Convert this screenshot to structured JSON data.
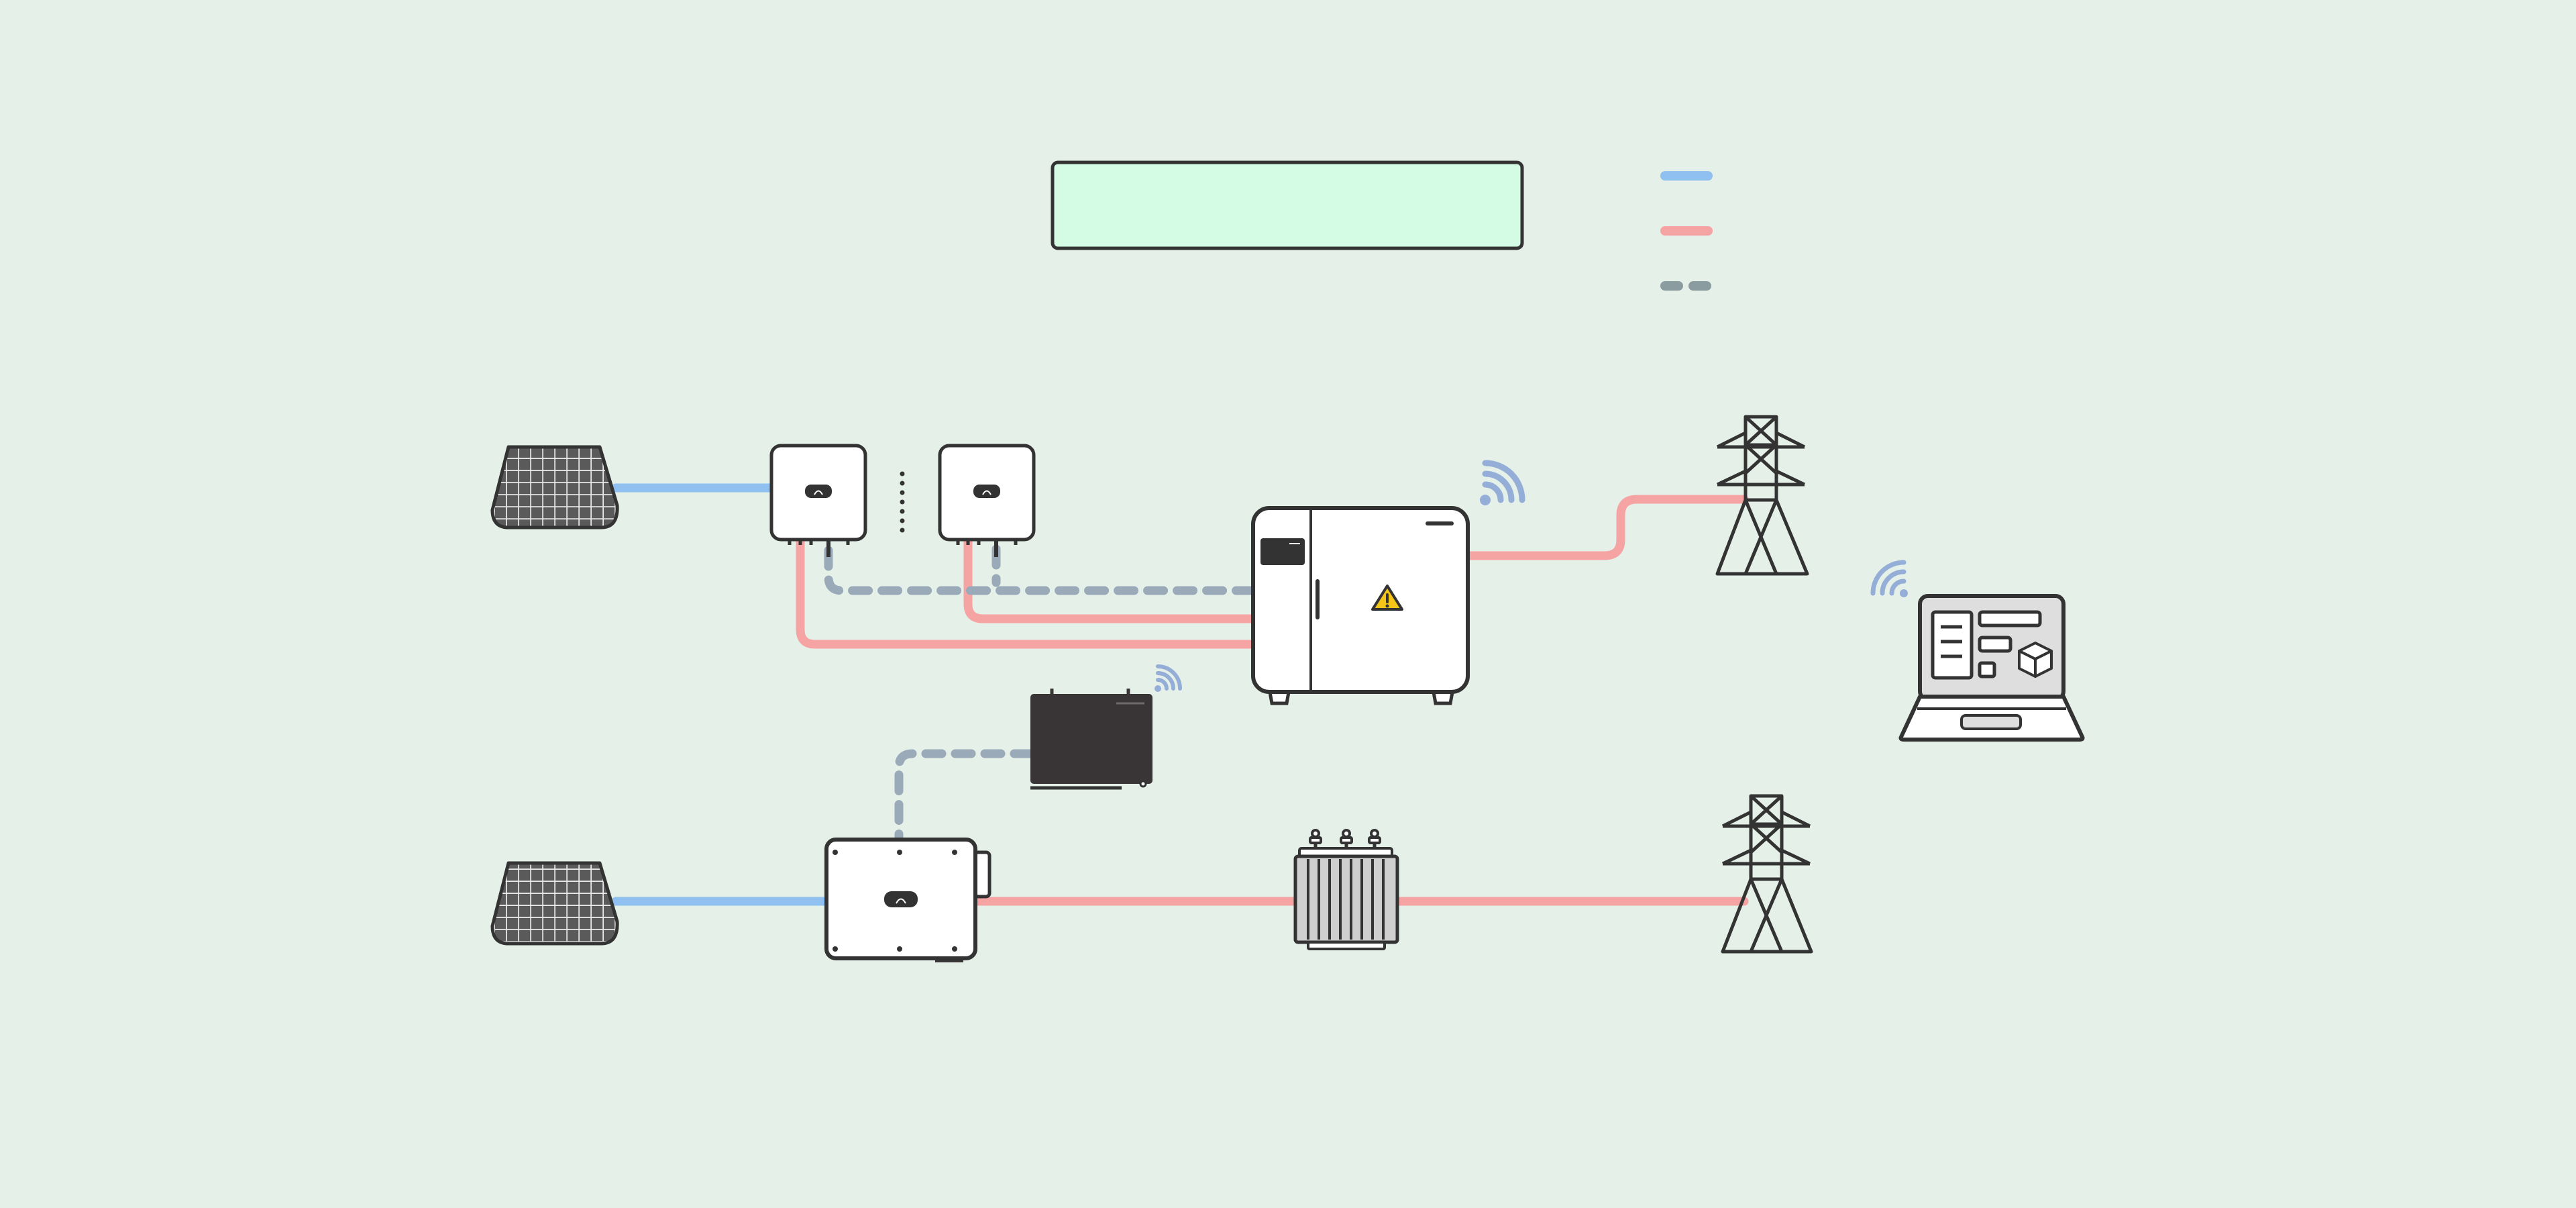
{
  "title_box": {
    "text": "",
    "fill": "#d4fce4"
  },
  "legend": [
    {
      "line_style": "solid",
      "color": "#90c0f0",
      "label": ""
    },
    {
      "line_style": "solid",
      "color": "#f5a3a3",
      "label": ""
    },
    {
      "line_style": "dashed",
      "color": "#8a9ca0",
      "label": ""
    }
  ],
  "colors": {
    "background": "#e5f0e8",
    "dc_line": "#90c0f0",
    "ac_line": "#f5a3a3",
    "comm_line": "#9aaab8",
    "outline": "#333333",
    "device_fill": "#ffffff",
    "panel_cell": "#5a5a5a",
    "dongle_fill": "#393536",
    "wifi": "#94aed8",
    "warning": "#f5c518",
    "laptop_screen": "#dedede"
  },
  "components": [
    {
      "id": "pv-array-top",
      "icon": "solar-panel-icon"
    },
    {
      "id": "string-inverter-1",
      "icon": "inverter-icon"
    },
    {
      "id": "string-inverter-2",
      "icon": "inverter-icon"
    },
    {
      "id": "smart-box",
      "icon": "smart-cabinet-icon"
    },
    {
      "id": "grid-tower-top",
      "icon": "transmission-tower-icon"
    },
    {
      "id": "monitoring-laptop",
      "icon": "laptop-icon"
    },
    {
      "id": "data-logger",
      "icon": "dongle-icon"
    },
    {
      "id": "pv-array-bottom",
      "icon": "solar-panel-icon"
    },
    {
      "id": "central-inverter",
      "icon": "inverter-icon"
    },
    {
      "id": "transformer",
      "icon": "transformer-icon"
    },
    {
      "id": "grid-tower-bottom",
      "icon": "transmission-tower-icon"
    }
  ]
}
